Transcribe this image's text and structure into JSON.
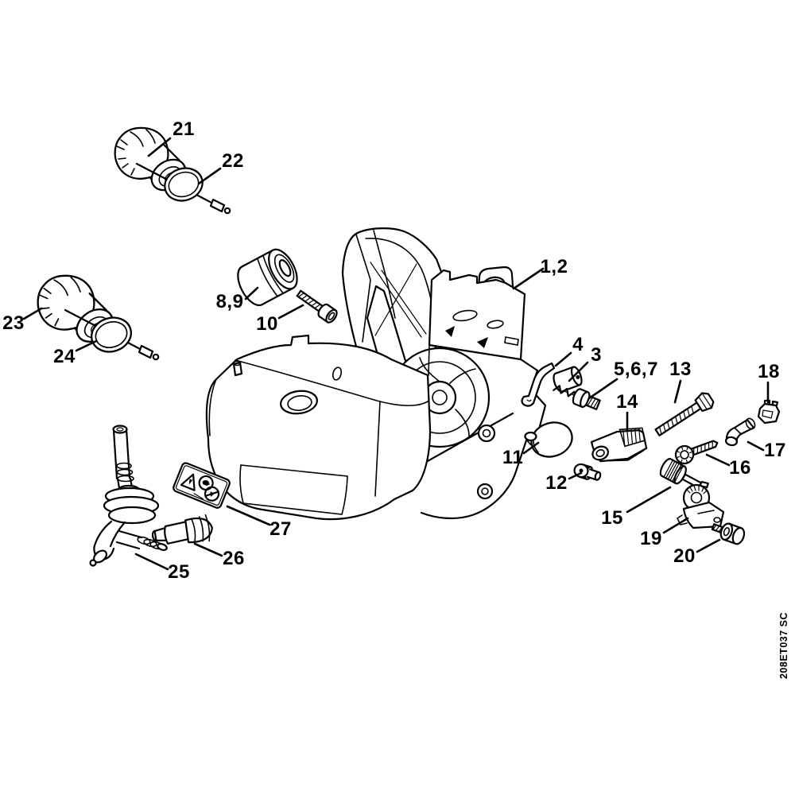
{
  "diagram": {
    "code": "208ET037 SC",
    "colors": {
      "background": "#ffffff",
      "line": "#000000"
    },
    "callouts": {
      "c1_2": "1,2",
      "c3": "3",
      "c4": "4",
      "c5_6_7": "5,6,7",
      "c8_9": "8,9",
      "c10": "10",
      "c11": "11",
      "c12": "12",
      "c13": "13",
      "c14": "14",
      "c15": "15",
      "c16": "16",
      "c17": "17",
      "c18": "18",
      "c19": "19",
      "c20": "20",
      "c21": "21",
      "c22": "22",
      "c23": "23",
      "c24": "24",
      "c25": "25",
      "c26": "26",
      "c27": "27"
    }
  }
}
